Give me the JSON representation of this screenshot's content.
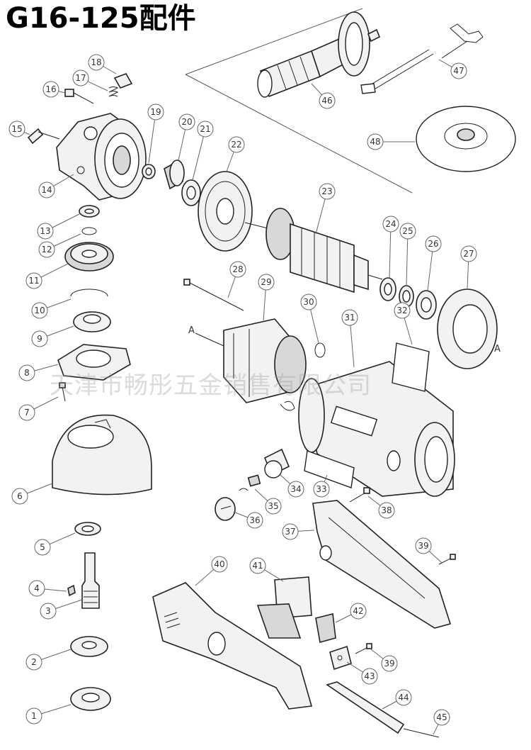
{
  "title": "G16-125配件",
  "watermark": "天津市畅彤五金销售有限公司",
  "marker_letter": "A",
  "labels": [
    {
      "id": "1",
      "text": "1"
    },
    {
      "id": "2",
      "text": "2"
    },
    {
      "id": "3",
      "text": "3"
    },
    {
      "id": "4",
      "text": "4"
    },
    {
      "id": "5",
      "text": "5"
    },
    {
      "id": "6",
      "text": "6"
    },
    {
      "id": "7",
      "text": "7"
    },
    {
      "id": "8",
      "text": "8"
    },
    {
      "id": "9",
      "text": "9"
    },
    {
      "id": "10",
      "text": "10"
    },
    {
      "id": "11",
      "text": "11"
    },
    {
      "id": "12",
      "text": "12"
    },
    {
      "id": "13",
      "text": "13"
    },
    {
      "id": "14",
      "text": "14"
    },
    {
      "id": "15",
      "text": "15"
    },
    {
      "id": "16",
      "text": "16"
    },
    {
      "id": "17",
      "text": "17"
    },
    {
      "id": "18",
      "text": "18"
    },
    {
      "id": "19",
      "text": "19"
    },
    {
      "id": "20",
      "text": "20"
    },
    {
      "id": "21",
      "text": "21"
    },
    {
      "id": "22",
      "text": "22"
    },
    {
      "id": "23",
      "text": "23"
    },
    {
      "id": "24",
      "text": "24"
    },
    {
      "id": "25",
      "text": "25"
    },
    {
      "id": "26",
      "text": "26"
    },
    {
      "id": "27",
      "text": "27"
    },
    {
      "id": "28",
      "text": "28"
    },
    {
      "id": "29",
      "text": "29"
    },
    {
      "id": "30",
      "text": "30"
    },
    {
      "id": "31",
      "text": "31"
    },
    {
      "id": "32",
      "text": "32"
    },
    {
      "id": "33",
      "text": "33"
    },
    {
      "id": "34",
      "text": "34"
    },
    {
      "id": "35",
      "text": "35"
    },
    {
      "id": "36",
      "text": "36"
    },
    {
      "id": "37",
      "text": "37"
    },
    {
      "id": "38",
      "text": "38"
    },
    {
      "id": "39a",
      "text": "39"
    },
    {
      "id": "39b",
      "text": "39"
    },
    {
      "id": "40",
      "text": "40"
    },
    {
      "id": "41",
      "text": "41"
    },
    {
      "id": "42",
      "text": "42"
    },
    {
      "id": "43",
      "text": "43"
    },
    {
      "id": "44",
      "text": "44"
    },
    {
      "id": "45",
      "text": "45"
    },
    {
      "id": "46",
      "text": "46"
    },
    {
      "id": "47",
      "text": "47"
    },
    {
      "id": "48",
      "text": "48"
    }
  ]
}
